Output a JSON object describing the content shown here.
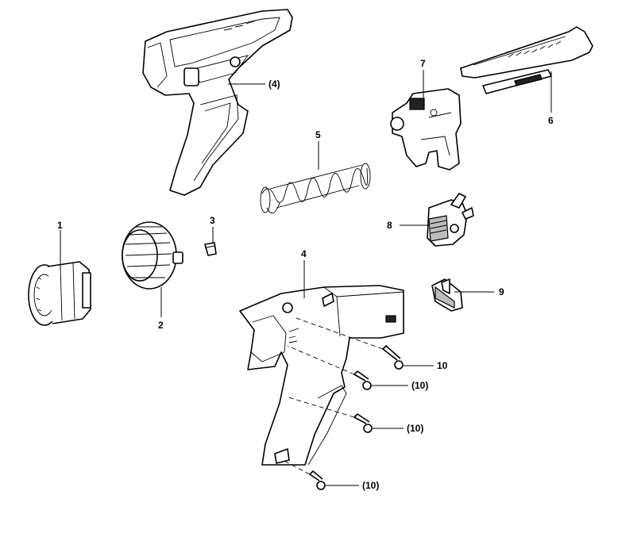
{
  "callouts": {
    "p1": "1",
    "p2": "2",
    "p3": "3",
    "p4": "4",
    "p4_ref": "(4)",
    "p5": "5",
    "p6": "6",
    "p7": "7",
    "p8": "8",
    "p9": "9",
    "p10_a": "10",
    "p10_b": "(10)",
    "p10_c": "(10)",
    "p10_d": "(10)"
  }
}
